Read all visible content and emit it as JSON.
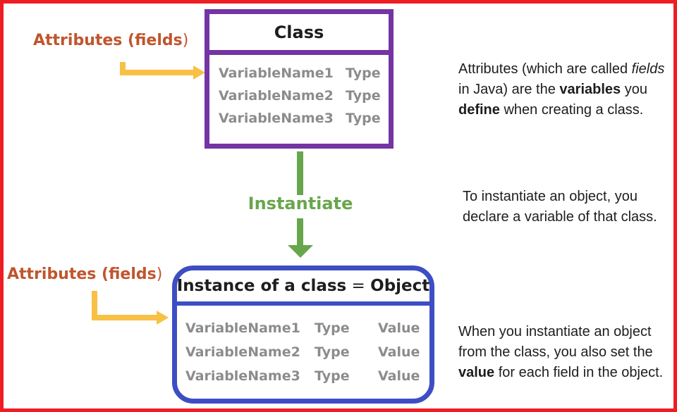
{
  "colors": {
    "frame_red": "#EE1D23",
    "class_purple": "#7434A4",
    "instance_blue": "#3D4EC4",
    "arrow_green": "#68A64D",
    "arrow_yellow": "#F8C044",
    "label_rust": "#C0552D",
    "field_gray": "#8C8C8C",
    "text_black": "#1D1D1D"
  },
  "labels": {
    "attributes_top": {
      "bold": "Attributes (fields",
      "paren": ")"
    },
    "attributes_bottom": {
      "bold": "Attributes (fields",
      "paren": ")"
    },
    "instantiate": "Instantiate"
  },
  "class_box": {
    "title": "Class",
    "rows": [
      {
        "name": "VariableName1",
        "type": "Type"
      },
      {
        "name": "VariableName2",
        "type": "Type"
      },
      {
        "name": "VariableName3",
        "type": "Type"
      }
    ]
  },
  "instance_box": {
    "title_parts": {
      "left": "Instance of a class",
      "equals": " = ",
      "right": "Object"
    },
    "rows": [
      {
        "name": "VariableName1",
        "type": "Type",
        "value": "Value"
      },
      {
        "name": "VariableName2",
        "type": "Type",
        "value": "Value"
      },
      {
        "name": "VariableName3",
        "type": "Type",
        "value": "Value"
      }
    ]
  },
  "notes": {
    "attributes": {
      "line1_reg": "Attributes (which are called ",
      "line1_italic": "fields",
      "line2_reg1": "in Java) are the ",
      "line2_bold": "variables",
      "line2_reg2": " you",
      "line3_bold": "define",
      "line3_reg": " when creating a class."
    },
    "instantiate": {
      "line1": "To instantiate an object, you",
      "line2": "declare a variable of that class."
    },
    "value": {
      "line1": "When you instantiate an object",
      "line2": "from the class, you also set the",
      "line3_bold": "value",
      "line3_reg": " for each field in the object."
    }
  }
}
